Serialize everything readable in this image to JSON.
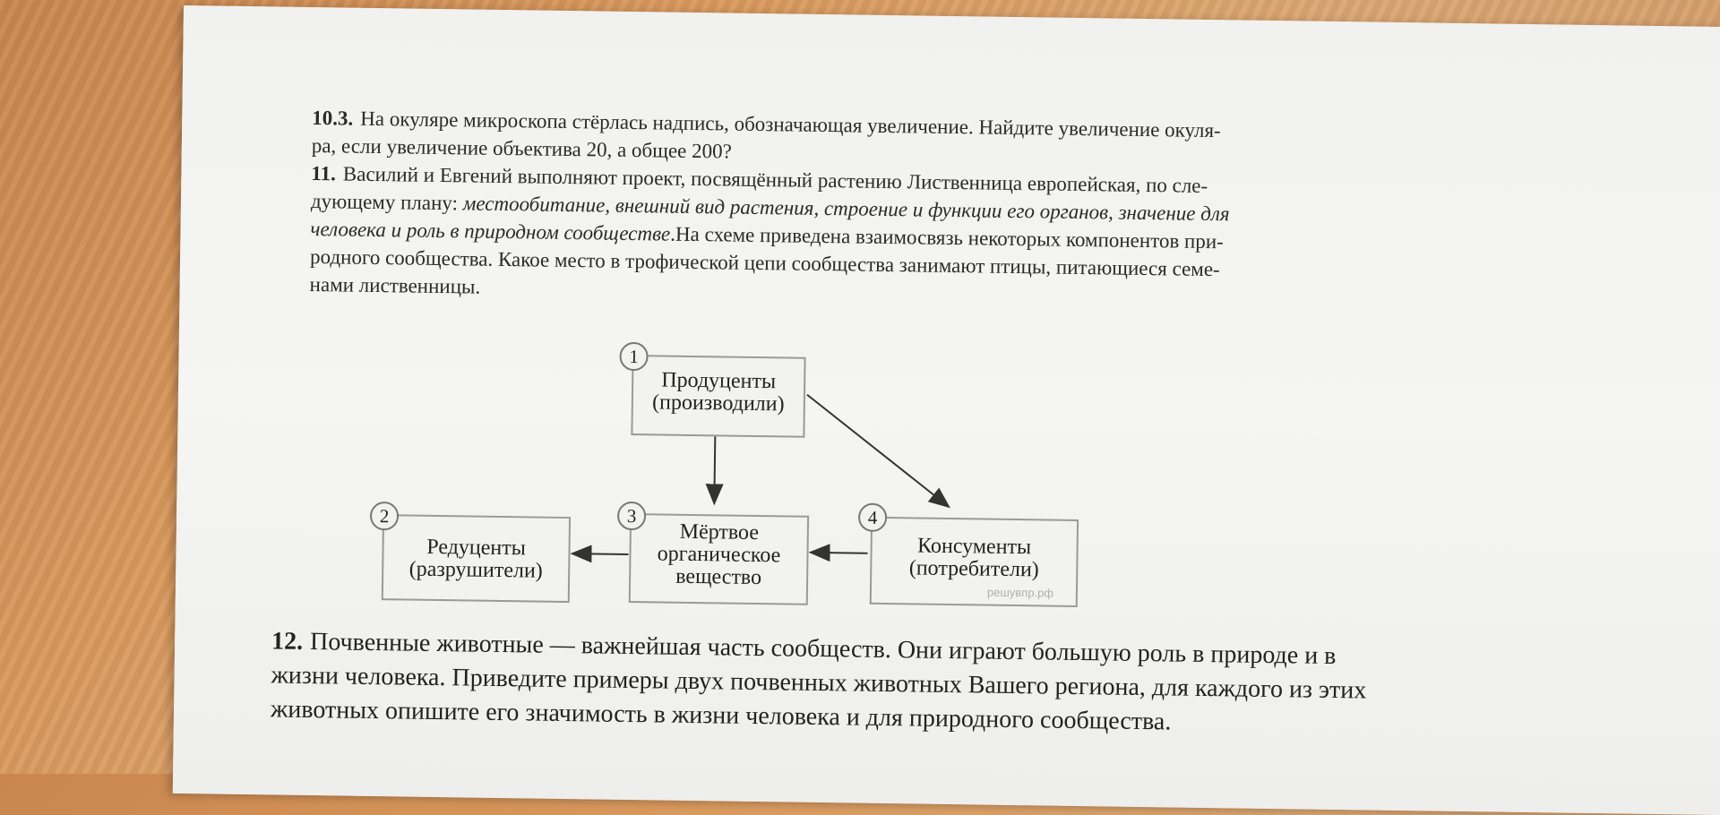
{
  "task_10_3": {
    "number": "10.3.",
    "line1": "На окуляре микроскопа стёрлась надпись,  обозначающая увеличение. Найдите увеличение окуля-",
    "line2": "ра,  если увеличение объектива 20, а общее 200?"
  },
  "task_11": {
    "number": "11.",
    "line1": "Василий и Евгений выполняют проект, посвящённый растению Лиственница европейская, по сле-",
    "line2_plain": "дующему плану: ",
    "line2_italic": "местообитание, внешний вид растения, строение и функции его органов, значение для",
    "line3_italic": "человека и роль в природном сообществе",
    "line3_plain": ".На схеме приведена взаимосвязь некоторых компонентов при-",
    "line4": "родного сообщества. Какое место в трофической цепи сообщества занимают птицы, питающиеся семе-",
    "line5": "нами лиственницы."
  },
  "diagram": {
    "box1": {
      "num": "1",
      "line1": "Продуценты",
      "line2": "(производили)"
    },
    "box2": {
      "num": "2",
      "line1": "Редуценты",
      "line2": "(разрушители)"
    },
    "box3": {
      "num": "3",
      "line1": "Мёртвое",
      "line2": "органическое",
      "line3": "вещество"
    },
    "box4": {
      "num": "4",
      "line1": "Консументы",
      "line2": "(потребители)"
    },
    "watermark": "решувпр.рф"
  },
  "task_12": {
    "number": "12.",
    "line1": "Почвенные животные — важнейшая часть сообществ. Они играют большую роль в природе и в",
    "line2": "жизни человека. Приведите примеры двух почвенных животных Вашего региона, для каждого из этих",
    "line3": "животных опишите его значимость в жизни человека и для природного сообщества."
  }
}
